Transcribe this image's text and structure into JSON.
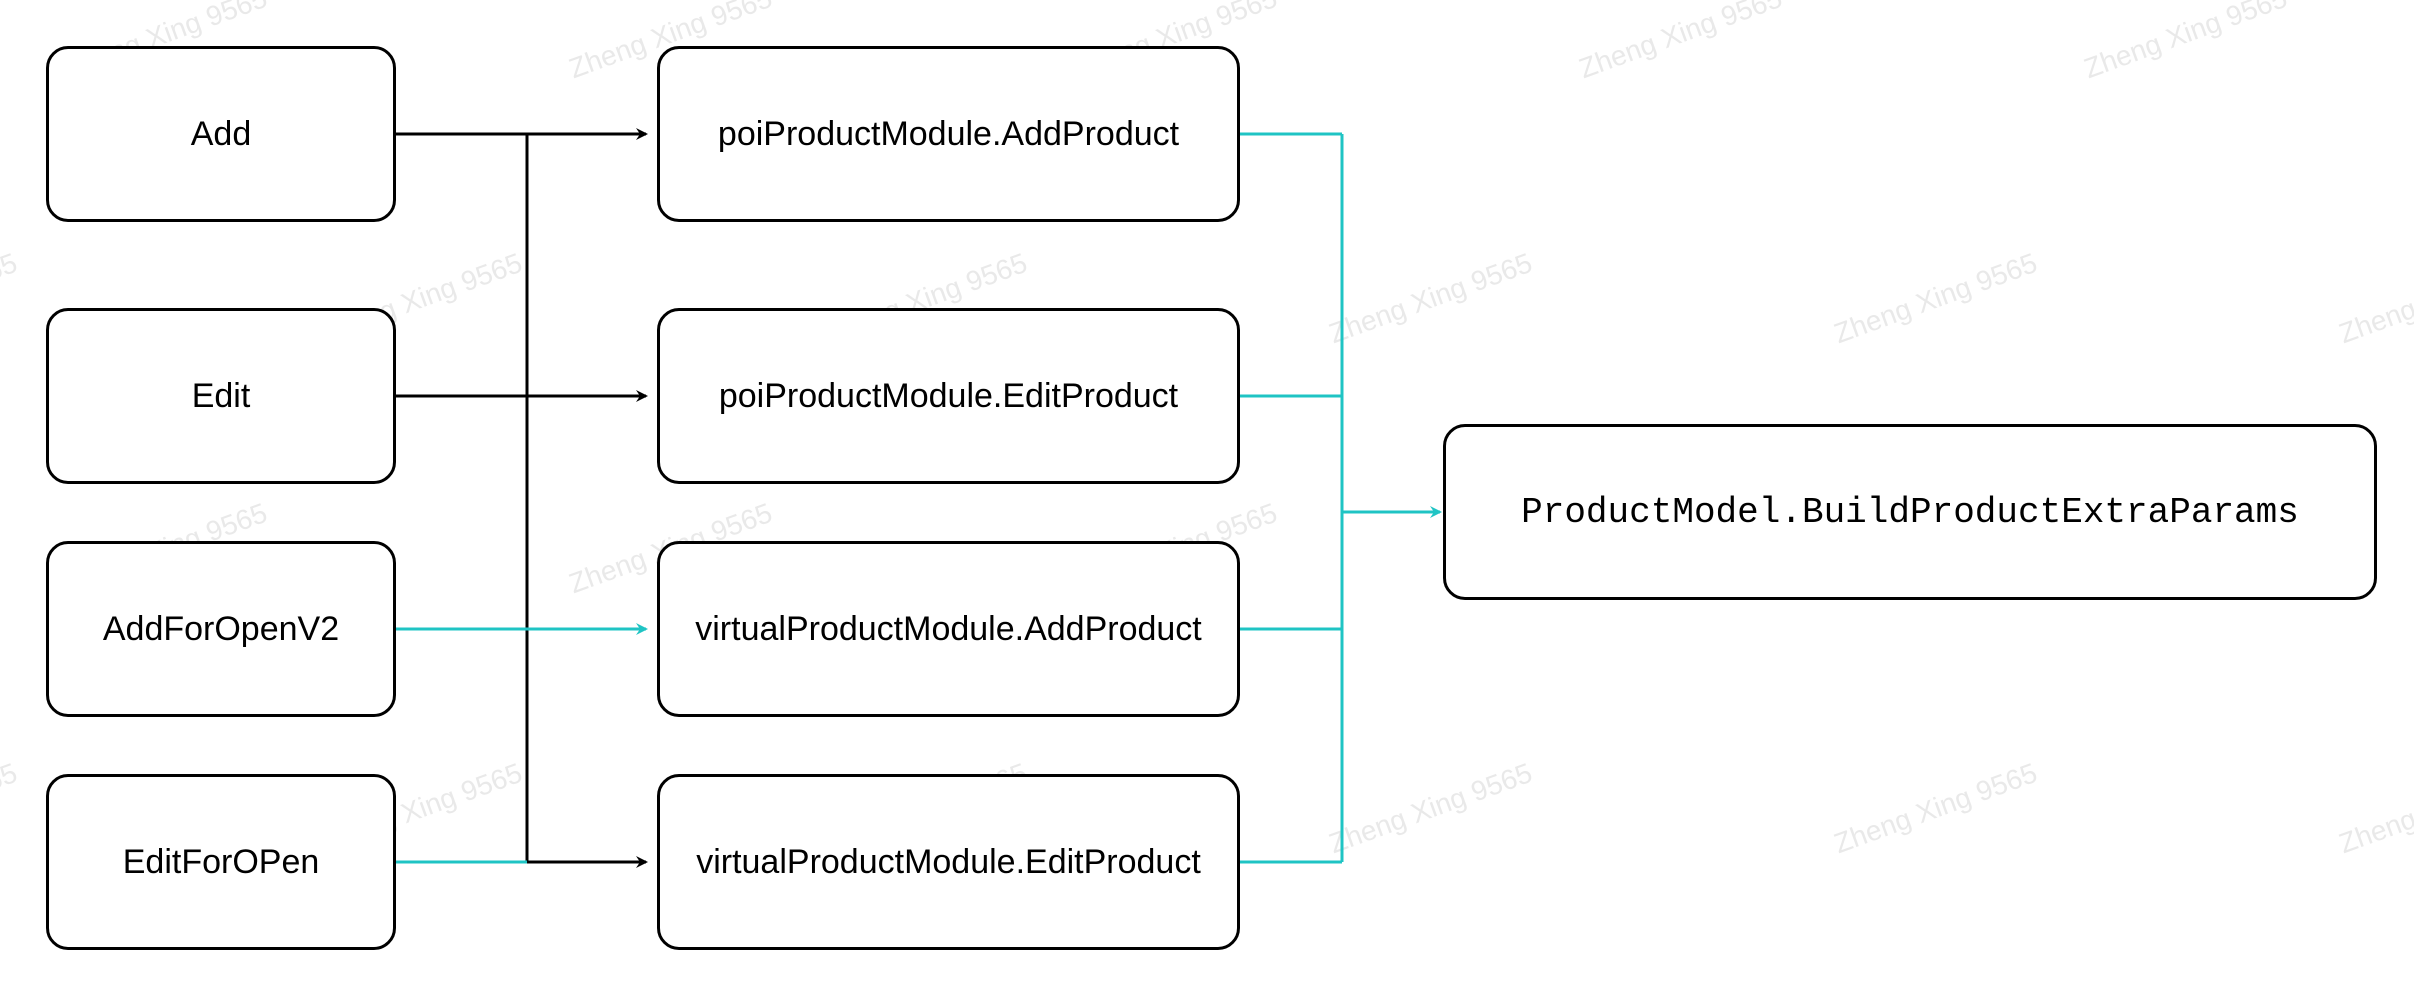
{
  "watermark": "Zheng Xing 9565",
  "colors": {
    "black_edge": "#000000",
    "teal_edge": "#1fc4c4",
    "box_border": "#000000"
  },
  "nodes": {
    "add": "Add",
    "edit": "Edit",
    "add_for_open_v2": "AddForOpenV2",
    "edit_for_open": "EditForOPen",
    "poi_add_product": "poiProductModule.AddProduct",
    "poi_edit_product": "poiProductModule.EditProduct",
    "virtual_add_product": "virtualProductModule.AddProduct",
    "virtual_edit_product": "virtualProductModule.EditProduct",
    "build_extra_params": "ProductModel.BuildProductExtraParams"
  }
}
